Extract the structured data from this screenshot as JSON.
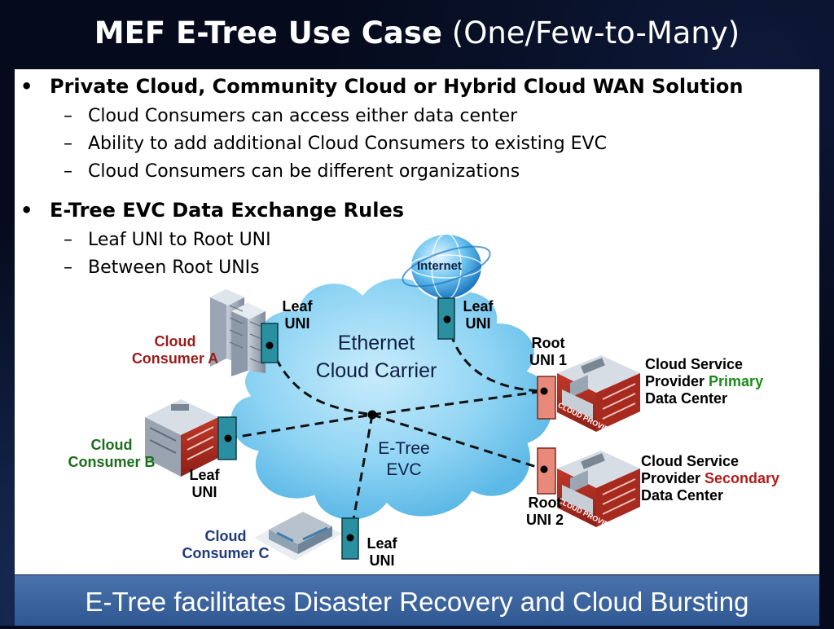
{
  "title": {
    "bold": "MEF E-Tree Use Case",
    "normal": " (One/Few-to-Many)"
  },
  "bullets": [
    {
      "text": "Private Cloud, Community Cloud or Hybrid Cloud WAN Solution",
      "subs": [
        "Cloud Consumers can access either data center",
        "Ability to add additional Cloud Consumers to existing EVC",
        "Cloud Consumers can be different organizations"
      ]
    },
    {
      "text": "E-Tree EVC Data Exchange Rules",
      "subs": [
        "Leaf UNI to Root UNI",
        "Between Root UNIs"
      ]
    }
  ],
  "diagram": {
    "cloud_label_line1": "Ethernet",
    "cloud_label_line2": "Cloud Carrier",
    "evc_label_line1": "E-Tree",
    "evc_label_line2": "EVC",
    "internet_label": "Internet",
    "consumer_a": {
      "line1": "Cloud",
      "line2": "Consumer A",
      "color": "#9b1c1c"
    },
    "consumer_b": {
      "line1": "Cloud",
      "line2": "Consumer B",
      "color": "#1a6e1a"
    },
    "consumer_c": {
      "line1": "Cloud",
      "line2": "Consumer C",
      "color": "#1f3a78"
    },
    "leaf_uni": {
      "line1": "Leaf",
      "line2": "UNI"
    },
    "root_uni_1": {
      "line1": "Root",
      "line2": "UNI 1"
    },
    "root_uni_2": {
      "line1": "Root",
      "line2": "UNI 2"
    },
    "provider_primary": {
      "line1": "Cloud Service",
      "line2_prefix": "Provider ",
      "line2_highlight": "Primary",
      "line3": "Data Center",
      "highlight_color": "#1a8a1a"
    },
    "provider_secondary": {
      "line1": "Cloud Service",
      "line2_prefix": "Provider ",
      "line2_highlight": "Secondary",
      "line3": "Data Center",
      "highlight_color": "#b01c1c"
    },
    "building_sign": "CLOUD PROVIDER"
  },
  "footer": "E-Tree facilitates Disaster Recovery and Cloud Bursting"
}
